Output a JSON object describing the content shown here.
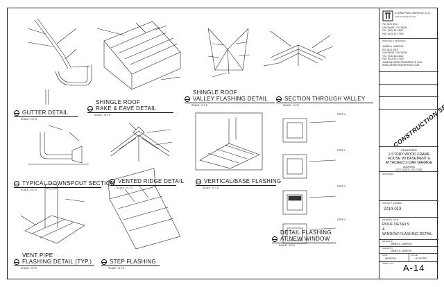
{
  "details": [
    {
      "id": "gutter",
      "title": "GUTTER DETAIL",
      "scale": "SCALE : N.T.S"
    },
    {
      "id": "rake-eave",
      "title_lines": [
        "SHINGLE ROOF",
        "RAKE & EAVE DETAIL"
      ],
      "scale": "SCALE : N.T.S"
    },
    {
      "id": "valley-flashing",
      "title_lines": [
        "SHINGLE ROOF",
        "VALLEY FLASHING DETAIL"
      ],
      "scale": "SCALE : N.T.S"
    },
    {
      "id": "section-valley",
      "title": "SECTION THROUGH VALLEY",
      "scale": "SCALE : N.T.S"
    },
    {
      "id": "downspout",
      "title": "TYPICAL DOWNSPOUT SECTION",
      "scale": "SCALE : N.T.S"
    },
    {
      "id": "vented-ridge",
      "title": "VENTED RIDGE DETAIL",
      "scale": "SCALE : N.T.S"
    },
    {
      "id": "vertical-base",
      "title": "VERTICAL/BASE FLASHING",
      "scale": "SCALE : N.T.S"
    },
    {
      "id": "vent-pipe",
      "title_lines": [
        "VENT PIPE",
        "FLASHING DETAIL (TYP.)"
      ],
      "scale": "SCALE : N.T.S"
    },
    {
      "id": "step-flashing",
      "title": "STEP FLASHING",
      "scale": "SCALE : N.T.S"
    },
    {
      "id": "window-flashing",
      "title_lines": [
        "DETAIL FLASHING",
        "AT NEW WINDOW"
      ],
      "scale": "SCALE : N.T.S"
    }
  ],
  "window_steps": [
    "STEP 1",
    "STEP 2",
    "STEP 3",
    "STEP 4"
  ],
  "title_block": {
    "company": "JJ DRAFTING SERVICE, LLC",
    "company_sub": "CAD Drawing & Services",
    "address_lines": [
      "P.O. BOX 6744",
      "CINCINNATI, OH 45206",
      "TEL: (513) 461-4812",
      "FAX: (513) 297-7903"
    ],
    "drafted_label": "DRAFTED & DESIGNED:",
    "designer_lines": [
      "JAMES A. JAMISON",
      "P.O. BOX 6744",
      "CINCINNATI, OH 45206",
      "TEL: (513) 461-4812",
      "FAX: (513) 297-7903",
      "JAMES@JJDRAFTINGSERVICE.COM",
      "WWW.JJDRAFTINGSERVICE.COM"
    ],
    "construction_set": "CONSTRUCTION SET",
    "proposed_label": "PROPOSED",
    "project_lines": [
      "1-STORY WOOD FRAME",
      "HOUSE W/ BASEMENT &",
      "ATTACHED 2-CAR GARAGE"
    ],
    "address_label": "ADDRESS",
    "city_label": "CITY, STATE, ZIP CODE",
    "revisions_label": "REVISIONS",
    "project_number_label": "PROJECT NUMBER:",
    "project_number": "2014-013",
    "drawing_title_label": "DRAWING TITLE:",
    "drawing_title_lines": [
      "ROOF DETAILS",
      "&",
      "WINDOW FLASHING DETAIL"
    ],
    "drawn_by_label": "DRAWN BY:",
    "drawn_by": "JAMES A. JAMISON",
    "checked_by_label": "CHECK BY:",
    "checked_by": "JAMES A. JAMISON",
    "date_label": "DATE:",
    "date": "06/26/2014",
    "scale_label": "SCALE:",
    "scale": "AS NOTED",
    "sheet_no_label": "SHEET NO.:",
    "sheet_no": "A-14"
  }
}
